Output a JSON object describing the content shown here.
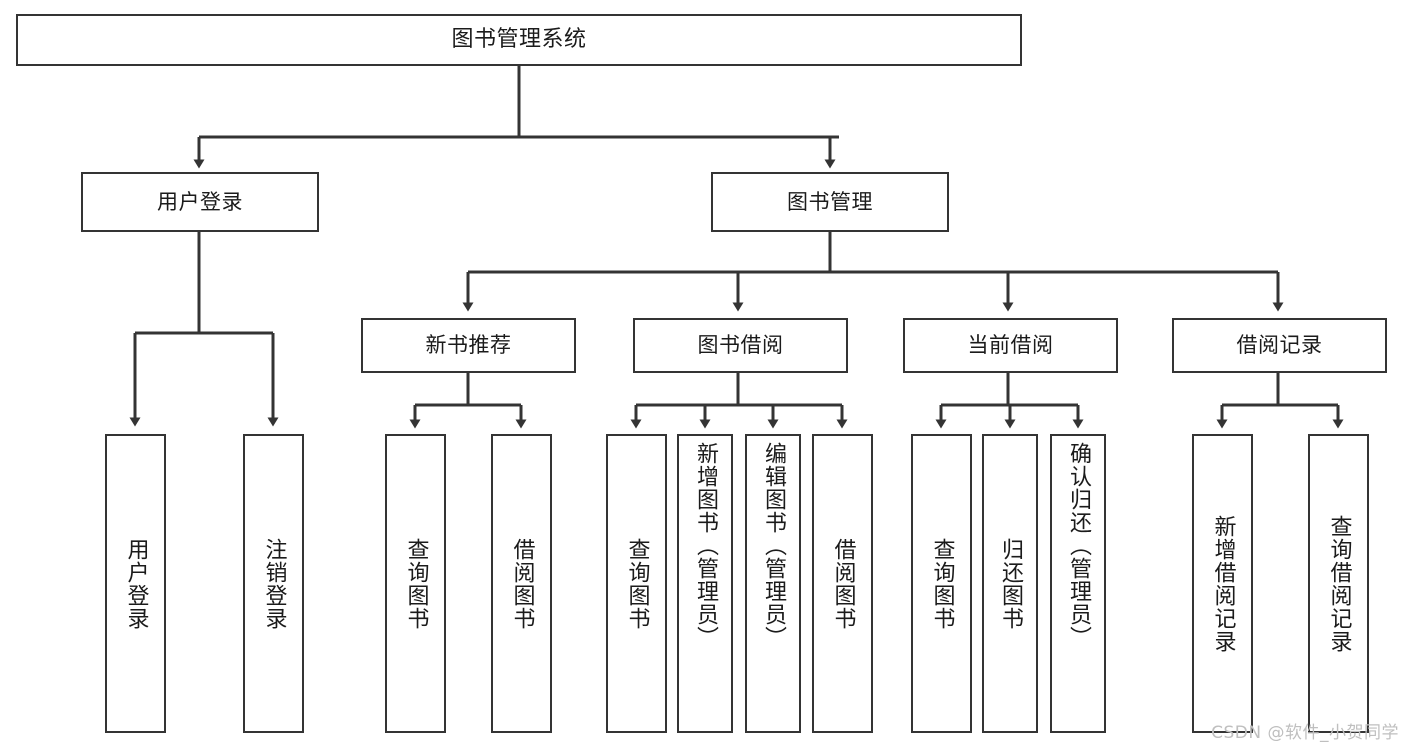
{
  "diagram": {
    "title": "图书管理系统",
    "watermark": "CSDN @软件_小贺同学",
    "colors": {
      "stroke": "#343434",
      "fill": "#ffffff",
      "text": "#1b1b1b",
      "watermark": "#bfbfbf"
    },
    "nodes": {
      "root": {
        "label": "图书管理系统"
      },
      "level2": [
        {
          "id": "user-login",
          "label": "用户登录"
        },
        {
          "id": "book-manage",
          "label": "图书管理"
        }
      ],
      "level3": [
        {
          "id": "new-book-recommend",
          "label": "新书推荐"
        },
        {
          "id": "book-borrow",
          "label": "图书借阅"
        },
        {
          "id": "current-borrow",
          "label": "当前借阅"
        },
        {
          "id": "borrow-record",
          "label": "借阅记录"
        }
      ],
      "leaves": {
        "user-login": [
          {
            "id": "leaf-user-login",
            "label": "用户登录"
          },
          {
            "id": "leaf-logout-login",
            "label": "注销登录"
          }
        ],
        "new-book-recommend": [
          {
            "id": "leaf-query-book-1",
            "label": "查询图书"
          },
          {
            "id": "leaf-borrow-book-1",
            "label": "借阅图书"
          }
        ],
        "book-borrow": [
          {
            "id": "leaf-query-book-2",
            "label": "查询图书"
          },
          {
            "id": "leaf-add-book-admin",
            "label": "新增图书（管理员）"
          },
          {
            "id": "leaf-edit-book-admin",
            "label": "编辑图书（管理员）"
          },
          {
            "id": "leaf-borrow-book-2",
            "label": "借阅图书"
          }
        ],
        "current-borrow": [
          {
            "id": "leaf-query-book-3",
            "label": "查询图书"
          },
          {
            "id": "leaf-return-book",
            "label": "归还图书"
          },
          {
            "id": "leaf-confirm-return-admin",
            "label": "确认归还（管理员）"
          }
        ],
        "borrow-record": [
          {
            "id": "leaf-add-borrow-record",
            "label": "新增借阅记录"
          },
          {
            "id": "leaf-query-borrow-record",
            "label": "查询借阅记录"
          }
        ]
      }
    }
  }
}
